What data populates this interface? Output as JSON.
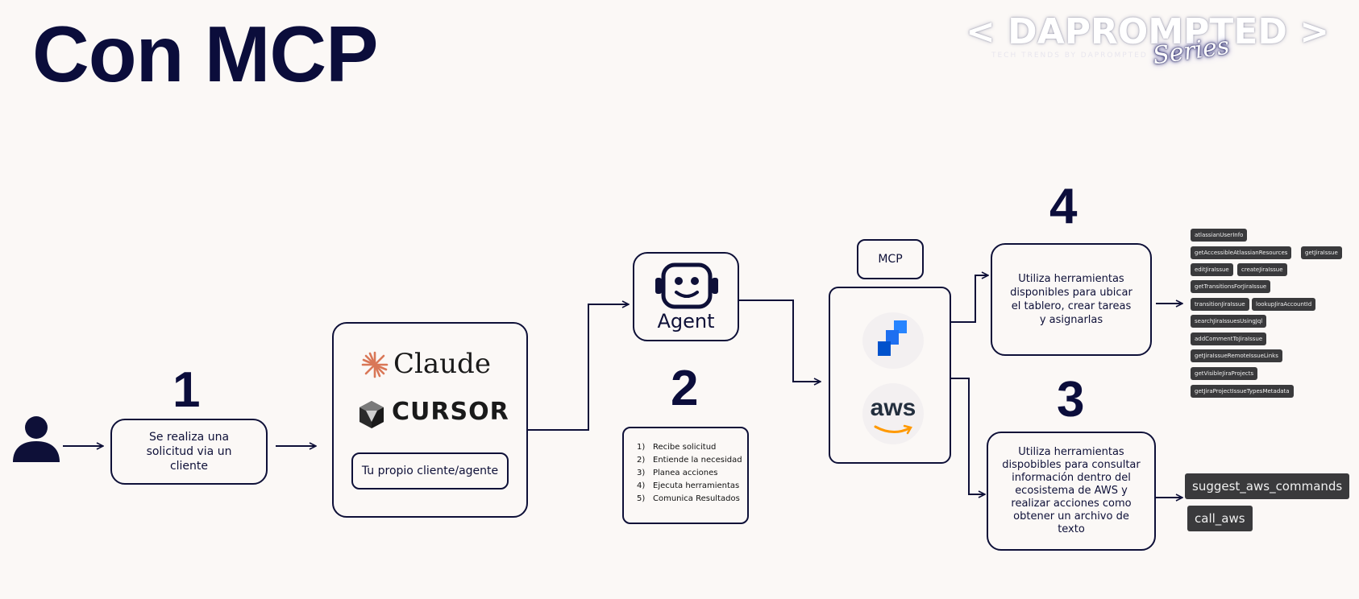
{
  "title": "Con MCP",
  "brand": {
    "name": "< DAPROMPTED >",
    "tagline": "TECH TRENDS BY DAPROMPTED",
    "script": "Series"
  },
  "user": {
    "icon": "user-icon"
  },
  "step1": {
    "number": "1",
    "text": "Se realiza una solicitud via un cliente"
  },
  "clients": {
    "claude": "Claude",
    "cursor": "CURSOR",
    "own": "Tu propio cliente/agente"
  },
  "agent": {
    "label": "Agent",
    "icon": "robot-icon"
  },
  "step2": {
    "number": "2",
    "items": [
      {
        "n": "1)",
        "text": "Recibe solicitud"
      },
      {
        "n": "2)",
        "text": "Entiende la necesidad"
      },
      {
        "n": "3)",
        "text": "Planea acciones"
      },
      {
        "n": "4)",
        "text": "Ejecuta herramientas"
      },
      {
        "n": "5)",
        "text": "Comunica Resultados"
      }
    ]
  },
  "mcp": {
    "label": "MCP",
    "jira_icon": "jira-icon",
    "aws_label": "aws"
  },
  "step4": {
    "number": "4",
    "text": "Utiliza herramientas disponibles para ubicar el tablero, crear tareas y asignarlas",
    "tools": [
      "atlassianUserInfo",
      "getAccessibleAtlassianResources",
      "getJiraIssue",
      "editJiraIssue",
      "createJiraIssue",
      "getTransitionsForJiraIssue",
      "transitionJiraIssue",
      "lookupJiraAccountId",
      "searchJiraIssuesUsingJql",
      "addCommentToJiraIssue",
      "getJiraIssueRemoteIssueLinks",
      "getVisibleJiraProjects",
      "getJiraProjectIssueTypesMetadata"
    ]
  },
  "step3": {
    "number": "3",
    "text": "Utiliza herramientas dispobibles para consultar información dentro del ecosistema de AWS y realizar acciones como obtener un archivo de texto",
    "tools": [
      "suggest_aws_commands",
      "call_aws"
    ]
  },
  "colors": {
    "navy": "#0e1038",
    "background": "#fbf8f6",
    "chip": "#3a3a3c",
    "claude": "#d97757",
    "aws_orange": "#ff9900",
    "jira_blue": "#2684ff"
  }
}
